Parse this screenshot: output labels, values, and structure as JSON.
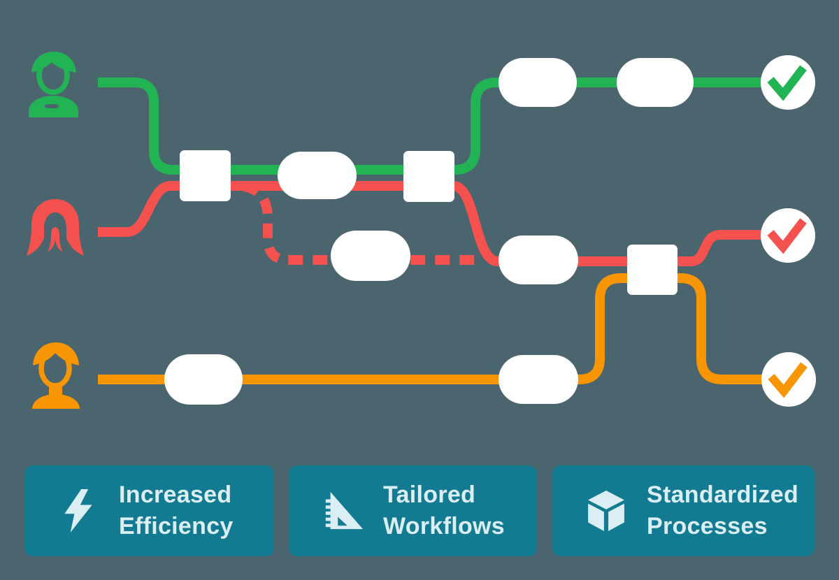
{
  "colors": {
    "background": "#4B656F",
    "lane_green": "#21B354",
    "lane_red": "#F5514E",
    "lane_orange": "#F79502",
    "node": "#FFFFFF",
    "card_bg": "#127B92",
    "card_fg": "#DAEEF3"
  },
  "diagram": {
    "lanes": [
      {
        "id": "green",
        "persona": "man-avatar",
        "color": "#21B354",
        "line_style": "solid",
        "status": "checked"
      },
      {
        "id": "red",
        "persona": "woman-long-hair-avatar",
        "color": "#F5514E",
        "line_style": "solid with dashed alternate branch",
        "status": "checked"
      },
      {
        "id": "orange",
        "persona": "woman-avatar",
        "color": "#F79502",
        "line_style": "solid",
        "status": "checked"
      }
    ],
    "nodes": {
      "square_gateways": 3,
      "rounded_steps": 7,
      "checkpoints": 3
    }
  },
  "cards": [
    {
      "icon": "lightning-bolt-icon",
      "line1": "Increased",
      "line2": "Efficiency"
    },
    {
      "icon": "set-square-icon",
      "line1": "Tailored",
      "line2": "Workflows"
    },
    {
      "icon": "cube-icon",
      "line1": "Standardized",
      "line2": "Processes"
    }
  ]
}
